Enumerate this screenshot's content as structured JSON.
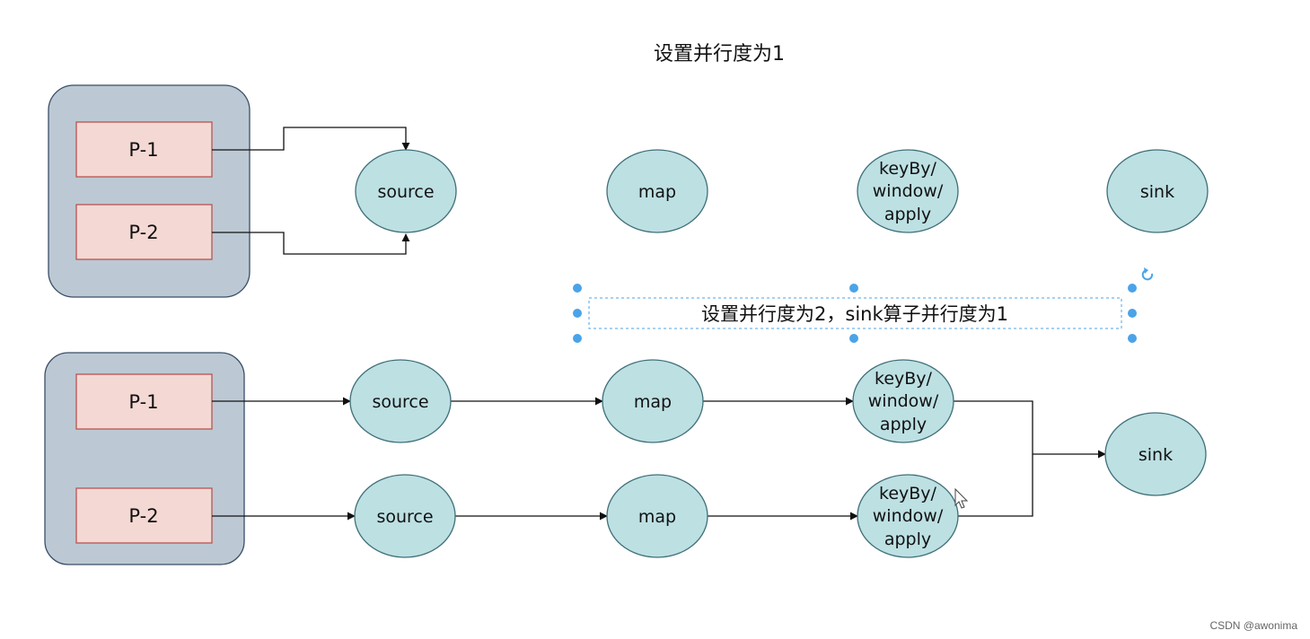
{
  "top": {
    "title": "设置并行度为1",
    "partitions": [
      "P-1",
      "P-2"
    ],
    "nodes": {
      "source": "source",
      "map": "map",
      "keyby_line1": "keyBy/",
      "keyby_line2": "window/",
      "keyby_line3": "apply",
      "sink": "sink"
    }
  },
  "bottom": {
    "title": "设置并行度为2，sink算子并行度为1",
    "partitions": [
      "P-1",
      "P-2"
    ],
    "row1": {
      "source": "source",
      "map": "map",
      "keyby_line1": "keyBy/",
      "keyby_line2": "window/",
      "keyby_line3": "apply"
    },
    "row2": {
      "source": "source",
      "map": "map",
      "keyby_line1": "keyBy/",
      "keyby_line2": "window/",
      "keyby_line3": "apply"
    },
    "sink": "sink"
  },
  "watermark": "CSDN @awonima",
  "colors": {
    "container_fill": "#bcc9d4",
    "partition_fill": "#f4d8d4",
    "partition_stroke": "#b85450",
    "node_fill": "#bde0e3",
    "node_stroke": "#3f6f78",
    "selection": "#4ba3e8"
  }
}
